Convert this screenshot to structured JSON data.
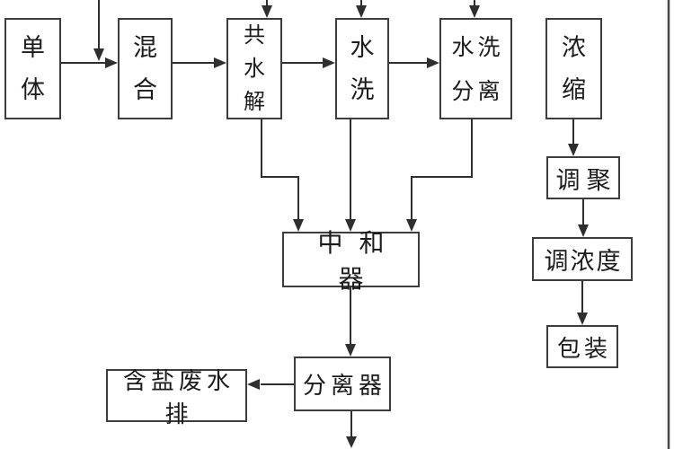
{
  "flowchart": {
    "boxes": {
      "monomer": {
        "label": "单\n体"
      },
      "mixing": {
        "label": "混\n合"
      },
      "co_hydrolysis": {
        "label": "共\n水\n解"
      },
      "water_wash": {
        "label": "水\n洗"
      },
      "wash_separation": {
        "label": "水洗\n分离"
      },
      "concentration": {
        "label": "浓\n缩"
      },
      "telomerization": {
        "label": "调聚"
      },
      "adjust_concentration": {
        "label": "调浓度"
      },
      "packaging": {
        "label": "包装"
      },
      "neutralizer": {
        "label": "中和器"
      },
      "separator": {
        "label": "分离器"
      },
      "brine_discharge": {
        "label": "含盐废水排"
      }
    },
    "colors": {
      "background": "#ffffff",
      "box_border": "#3d3d3d",
      "connector": "#2f2f2f",
      "text": "#1c1c1c"
    }
  }
}
